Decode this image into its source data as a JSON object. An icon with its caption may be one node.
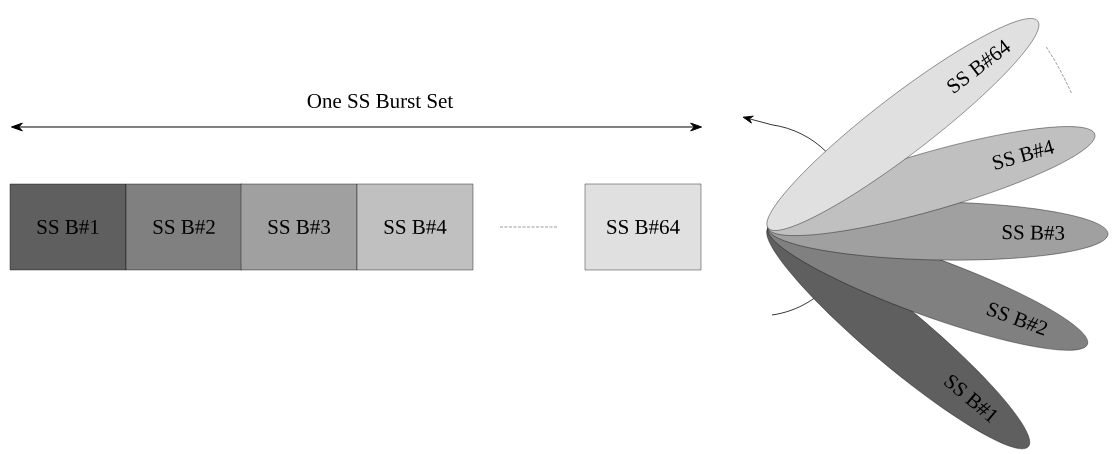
{
  "diagram": {
    "nodes": [
      {
        "text": [
          "SS B#1"
        ]
      },
      {
        "text": [
          "SS B#2"
        ]
      },
      {
        "text": [
          "SS B#3"
        ]
      },
      {
        "text": [
          "SS B#4"
        ]
      },
      {
        "text": [
          "SS B#64"
        ]
      },
      {
        "text": [
          "SS B#1"
        ]
      },
      {
        "text": [
          "SS B#2"
        ]
      },
      {
        "text": [
          "SS B#3"
        ]
      },
      {
        "text": [
          "SS B#4"
        ]
      },
      {
        "text": [
          "SS B#64"
        ]
      }
    ],
    "labels": [
      "One SS Burst Set"
    ]
  }
}
